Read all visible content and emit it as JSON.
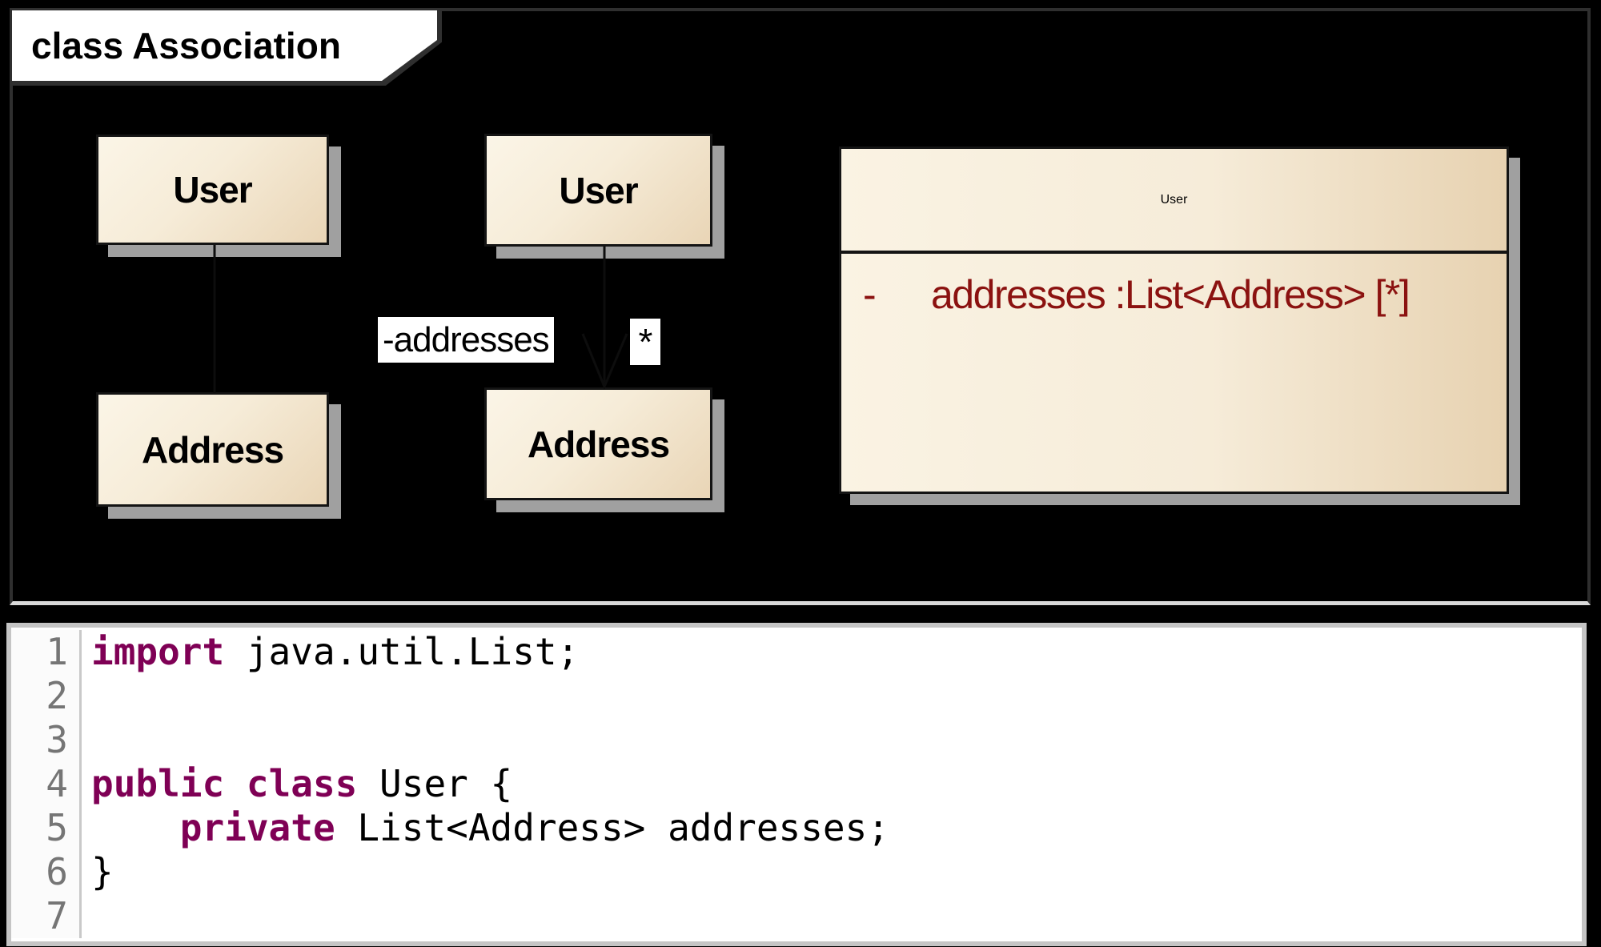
{
  "frame": {
    "label": "class Association"
  },
  "diagram": {
    "pair1": {
      "user": "User",
      "address": "Address"
    },
    "pair2": {
      "user": "User",
      "address": "Address",
      "role": "-addresses",
      "multiplicity": "*"
    },
    "classbox": {
      "title": "User",
      "attribute_visibility": "-",
      "attribute_text": "addresses :List<Address> [*]"
    }
  },
  "code": {
    "lines": [
      {
        "n": "1",
        "segs": [
          {
            "t": "import",
            "kw": true
          },
          {
            "t": " java.util.List;",
            "kw": false
          }
        ]
      },
      {
        "n": "2",
        "segs": []
      },
      {
        "n": "3",
        "segs": []
      },
      {
        "n": "4",
        "segs": [
          {
            "t": "public",
            "kw": true
          },
          {
            "t": " ",
            "kw": false
          },
          {
            "t": "class",
            "kw": true
          },
          {
            "t": " User {",
            "kw": false
          }
        ]
      },
      {
        "n": "5",
        "segs": [
          {
            "t": "    ",
            "kw": false
          },
          {
            "t": "private",
            "kw": true
          },
          {
            "t": " List<Address> addresses;",
            "kw": false
          }
        ]
      },
      {
        "n": "6",
        "segs": [
          {
            "t": "}",
            "kw": false
          }
        ]
      },
      {
        "n": "7",
        "segs": []
      }
    ]
  },
  "colors": {
    "background": "#000000",
    "box_fill_light": "#fbf5e7",
    "box_fill_dark": "#e9d5b6",
    "box_border": "#141414",
    "box_shadow": "#a0a0a0",
    "attribute_text": "#8b1210",
    "keyword": "#7f0055",
    "line_number": "#757575",
    "frame_border_dark": "#2f2f2f",
    "frame_border_light": "#d9d9d9",
    "code_panel_border": "#c5c5c5"
  }
}
